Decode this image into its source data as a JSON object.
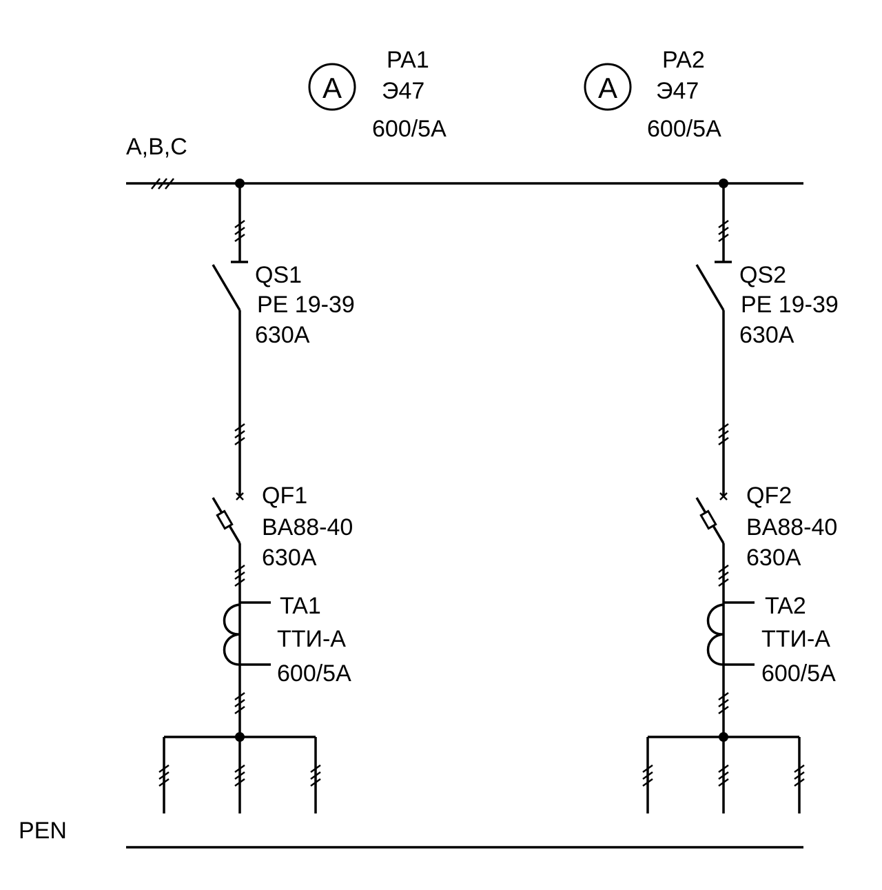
{
  "bus": {
    "label": "A,B,C"
  },
  "pen": {
    "label": "PEN"
  },
  "meters": [
    {
      "symbol": "A",
      "name": "PA1",
      "model": "Э47",
      "rating": "600/5A"
    },
    {
      "symbol": "A",
      "name": "PA2",
      "model": "Э47",
      "rating": "600/5A"
    }
  ],
  "switches": [
    {
      "name": "QS1",
      "model": "PE 19-39",
      "rating": "630A"
    },
    {
      "name": "QS2",
      "model": "PE 19-39",
      "rating": "630A"
    }
  ],
  "breakers": [
    {
      "name": "QF1",
      "model": "BA88-40",
      "rating": "630A"
    },
    {
      "name": "QF2",
      "model": "BA88-40",
      "rating": "630A"
    }
  ],
  "transformers": [
    {
      "name": "TA1",
      "model": "ТТИ-А",
      "rating": "600/5A"
    },
    {
      "name": "TA2",
      "model": "ТТИ-А",
      "rating": "600/5A"
    }
  ],
  "colors": {
    "line": "#000000",
    "background": "#ffffff"
  }
}
